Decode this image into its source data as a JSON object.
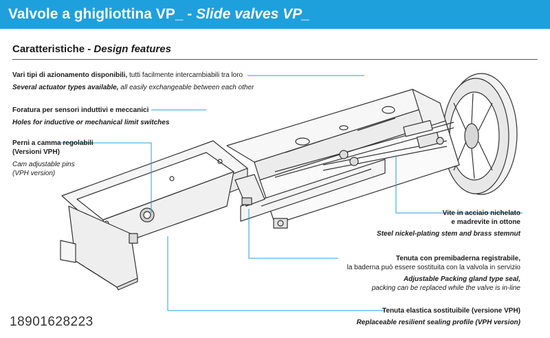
{
  "header": {
    "title_it": "Valvole a ghigliottina VP_",
    "title_sep": " - ",
    "title_en": "Slide valves VP_"
  },
  "section": {
    "title_it": "Caratteristiche",
    "title_sep": " - ",
    "title_en": "Design features"
  },
  "features": [
    {
      "it_bold": "Vari tipi di azionamento disponibili,",
      "it_rest": " tutti facilmente intercambiabili tra loro",
      "en_bold": "Several actuator types available,",
      "en_rest": " all easily exchangeable between each other"
    },
    {
      "it_bold": "Foratura per sensori induttivi e meccanici",
      "en_bold": "Holes for inductive or mechanical limit switches"
    },
    {
      "it_bold_1": "Perni a camma regolabili",
      "it_bold_2": "(Versioni VPH)",
      "en_1": "Cam adjustable pins",
      "en_2": "(VPH version)"
    },
    {
      "it_bold_1": "Vite in acciaio nichelato",
      "it_bold_2": "e madrevite in ottone",
      "en_bold": "Steel nickel-plating stem and brass stemnut"
    },
    {
      "it_bold": "Tenuta con premibaderna registrabile,",
      "it_rest": "la baderna può essere sostituita con la valvola in servizio",
      "en_bold": "Adjustable Packing gland type seal,",
      "en_rest": "packing can be replaced while the valve is in-line"
    },
    {
      "it_bold": "Tenuta elastica sostituibile (versione VPH)",
      "en_bold": "Replaceable resilient sealing profile (VPH version)"
    }
  ],
  "footer": {
    "phone": "18901628223"
  },
  "colors": {
    "header_bg": "#1ea0dc",
    "leader_line": "#1ea0dc",
    "drawing_stroke": "#333333"
  }
}
